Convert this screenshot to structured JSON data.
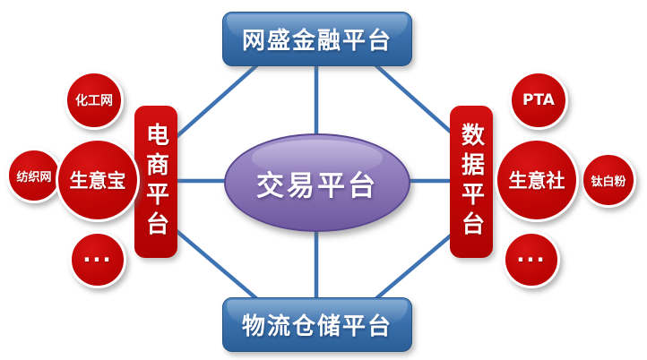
{
  "nodes": {
    "top_platform": "网盛金融平台",
    "bottom_platform": "物流仓储平台",
    "center_platform": "交易平台",
    "left_pillar": "电商平台",
    "right_pillar": "数据平台"
  },
  "left_satellites": [
    {
      "label": "化工网",
      "size": "small"
    },
    {
      "label": "生意宝",
      "size": "large"
    },
    {
      "label": "纺织网",
      "size": "small"
    },
    {
      "label": "...",
      "size": "small"
    }
  ],
  "right_satellites": [
    {
      "label": "PTA",
      "size": "small"
    },
    {
      "label": "生意社",
      "size": "large"
    },
    {
      "label": "钛白粉",
      "size": "small"
    },
    {
      "label": "...",
      "size": "small"
    }
  ],
  "colors": {
    "connector_blue": "#3E73B3",
    "platform_blue_top": "#558BC4",
    "platform_blue_bottom": "#2B5E97",
    "node_red": "#C00505",
    "center_purple_top": "#A696CF",
    "center_purple_bottom": "#6E589F",
    "text_white": "#FFFFFF"
  }
}
